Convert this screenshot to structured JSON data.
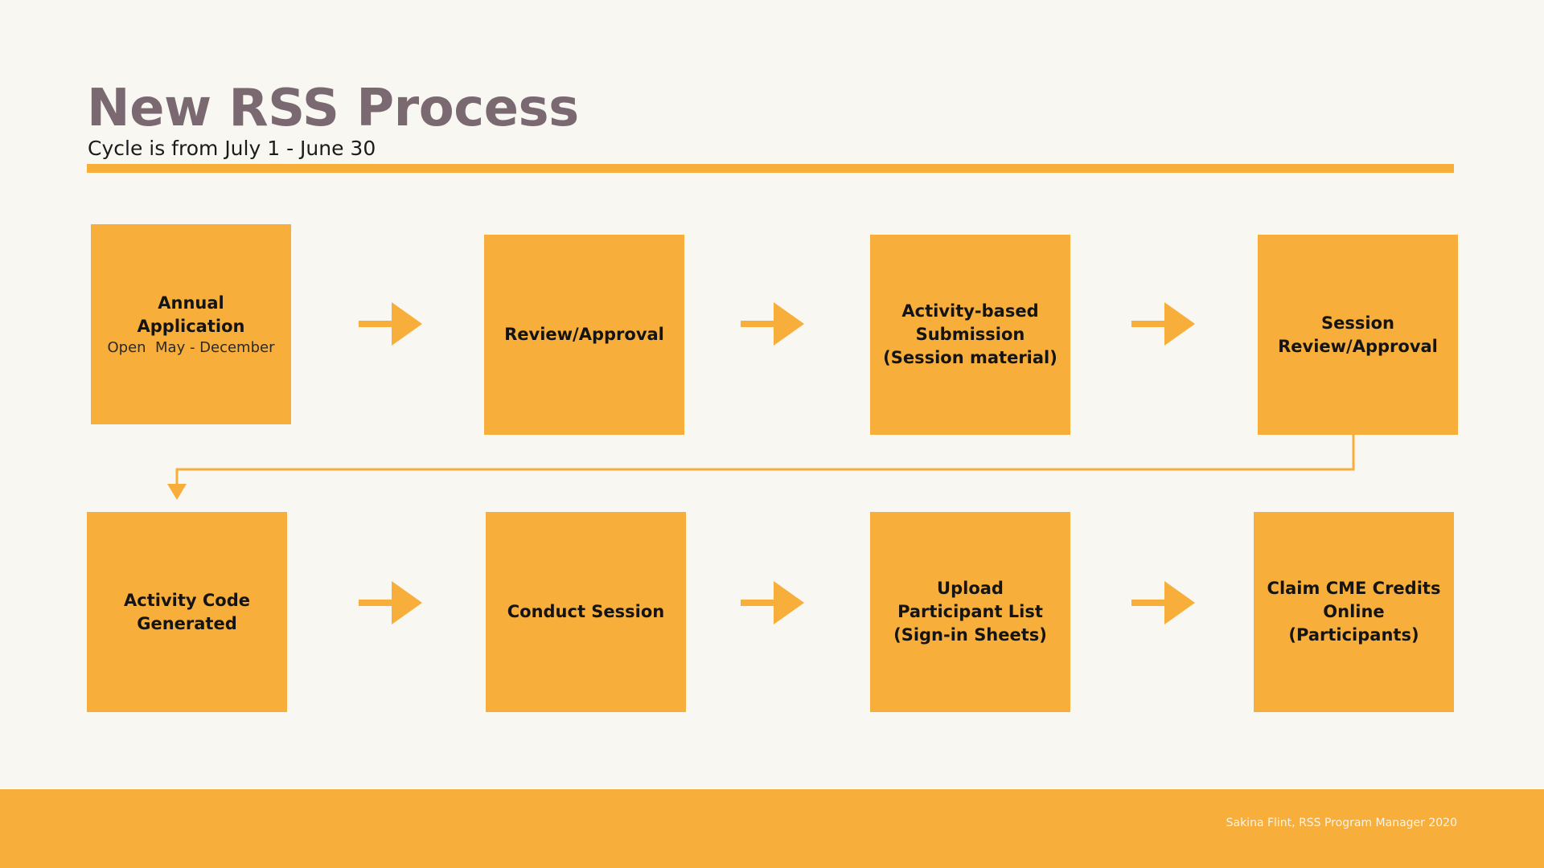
{
  "page": {
    "title": "New RSS Process",
    "subtitle": "Cycle is from July 1 - June 30"
  },
  "colors": {
    "background": "#f9f7f1",
    "accent": "#f7ae3b",
    "title": "#7a6970",
    "text": "#141414"
  },
  "steps": [
    {
      "label": "Annual Application",
      "note": "Open  May - December"
    },
    {
      "label": "Review/Approval"
    },
    {
      "label": "Activity-based\nSubmission\n(Session material)"
    },
    {
      "label": "Session\nReview/Approval"
    },
    {
      "label": "Activity Code\nGenerated"
    },
    {
      "label": "Conduct Session"
    },
    {
      "label": "Upload\nParticipant List\n(Sign-in Sheets)"
    },
    {
      "label": "Claim CME Credits\nOnline\n(Participants)"
    }
  ],
  "footer": {
    "credit": "Sakina Flint, RSS Program Manager 2020"
  }
}
